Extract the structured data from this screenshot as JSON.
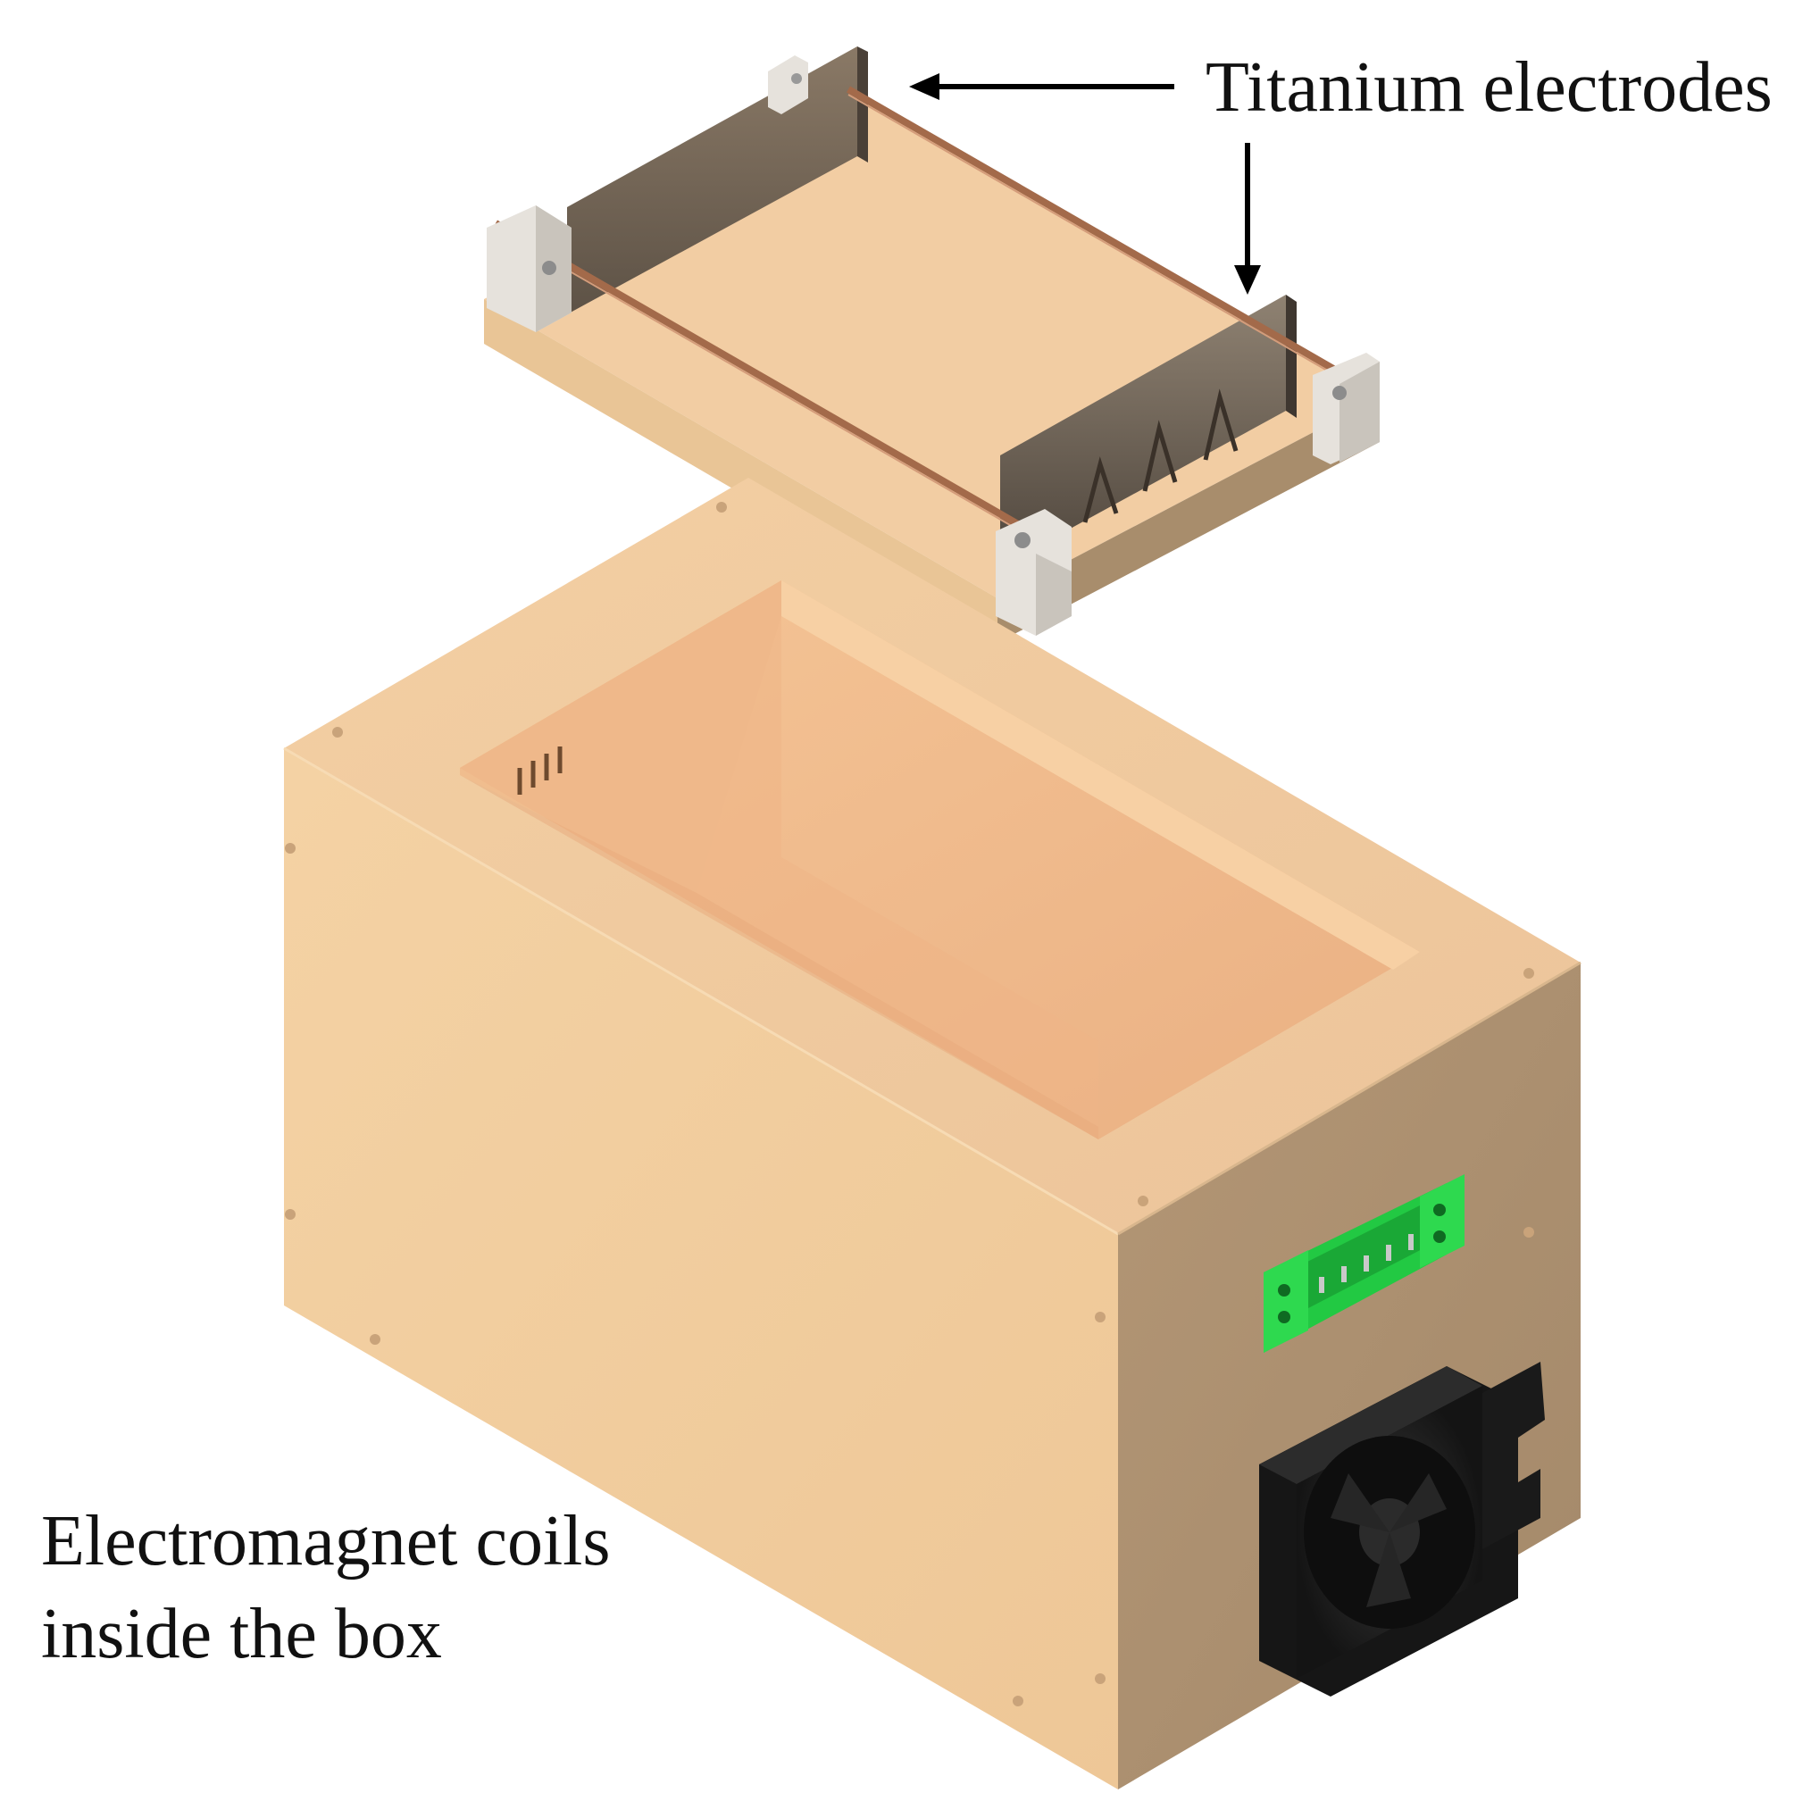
{
  "annotations": {
    "electrodes_label": "Titanium electrodes",
    "coils_label_line1": "Electromagnet coils",
    "coils_label_line2": "inside the box"
  },
  "colors": {
    "box_face_light": "#f2cd9c",
    "box_face_shadow": "#ad9170",
    "box_top": "#f0caa0",
    "cavity": "#efb98c",
    "terminal_block": "#2ed94f",
    "fan": "#1f1f1f",
    "electrode_plate": "#7a6b5a",
    "rod": "#a36a4a",
    "bracket": "#e6e2dc",
    "arrow": "#000000"
  },
  "icons": {
    "fan": "cooling-fan-icon",
    "terminal": "terminal-block-icon",
    "arrow": "arrow-icon"
  }
}
